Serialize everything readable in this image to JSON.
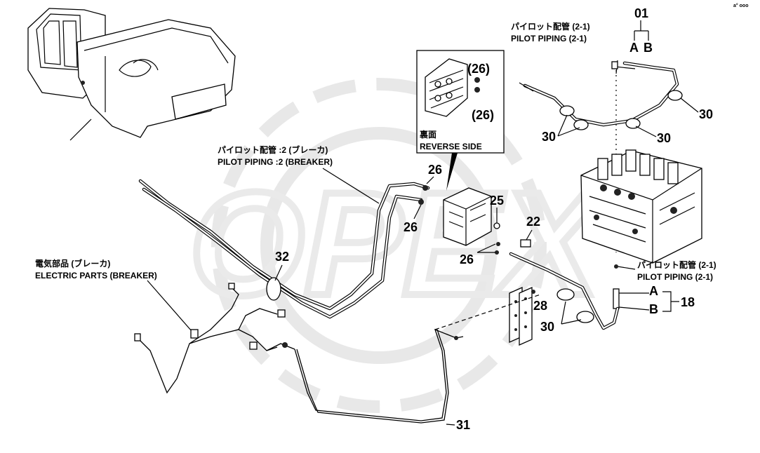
{
  "corner_mark": "a° ooo",
  "inset": {
    "jp": "裏面",
    "en": "REVERSE SIDE",
    "callout_top": "(26)",
    "callout_bottom": "(26)"
  },
  "pilot_top": {
    "jp": "パイロット配管 (2-1)",
    "en": "PILOT PIPING (2-1)"
  },
  "pilot_breaker": {
    "jp": "パイロット配管 :2 (ブレーカ)",
    "en": "PILOT PIPING :2 (BREAKER)"
  },
  "electric": {
    "jp": "電気部品 (ブレーカ)",
    "en": "ELECTRIC PARTS (BREAKER)"
  },
  "pilot_right": {
    "jp": "パイロット配管 (2-1)",
    "en": "PILOT PIPING (2-1)"
  },
  "group_top": {
    "num": "01",
    "a": "A",
    "b": "B"
  },
  "group_right": {
    "a": "A",
    "b": "B",
    "num": "18"
  },
  "callouts": {
    "c30_top_right": "30",
    "c30_left": "30",
    "c30_mid": "30",
    "c30_bottom": "30",
    "c26_a": "26",
    "c26_b": "26",
    "c26_c": "26",
    "c25": "25",
    "c22": "22",
    "c28": "28",
    "c32": "32",
    "c31": "31"
  },
  "watermark": {
    "text": "OPEX"
  }
}
